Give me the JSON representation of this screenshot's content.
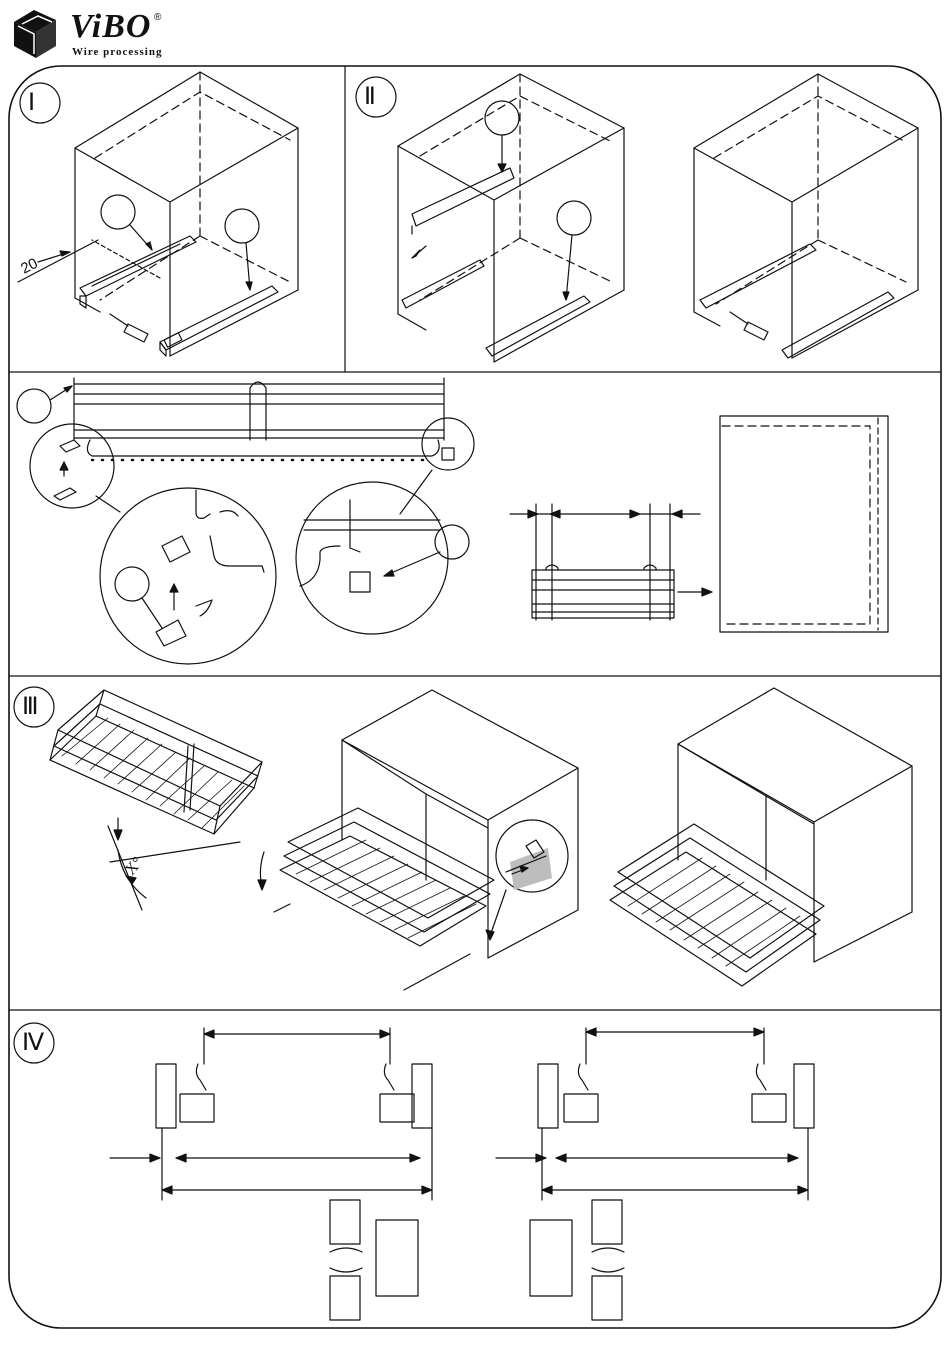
{
  "brand": {
    "name": "ViBO",
    "subtitle": "Wire processing",
    "registered_mark": "®"
  },
  "steps": [
    {
      "numeral": "Ⅰ"
    },
    {
      "numeral": "Ⅱ"
    },
    {
      "numeral": "Ⅲ"
    },
    {
      "numeral": "Ⅳ"
    }
  ],
  "dimensions": {
    "offset_label": "20",
    "angle_label": "X°"
  },
  "colors": {
    "line": "#111111",
    "fill_grey": "#bdbdbd",
    "background": "#ffffff"
  }
}
